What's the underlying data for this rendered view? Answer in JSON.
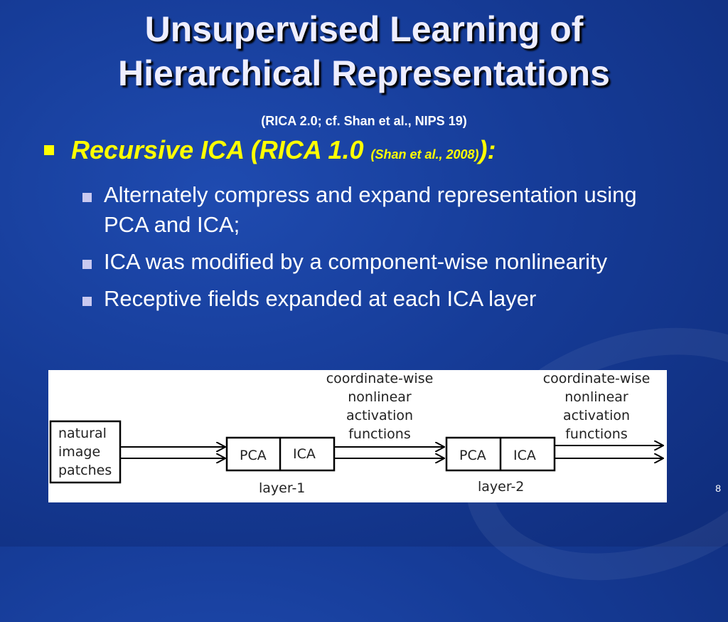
{
  "slide": {
    "title_line1": "Unsupervised Learning of",
    "title_line2": "Hierarchical Representations",
    "subtitle": "(RICA 2.0; cf. Shan et al., NIPS 19)",
    "main_bullet": {
      "text": "Recursive ICA (RICA 1.0 ",
      "citation": "(Shan et al., 2008)",
      "suffix": "):"
    },
    "sub_bullets": [
      {
        "text": "Alternately compress and expand representation using PCA and ICA;"
      },
      {
        "text": "ICA was modified by a component-wise nonlinearity"
      },
      {
        "text": "Receptive fields expanded at each ICA layer"
      }
    ],
    "page_number": "8",
    "colors": {
      "background": "#163c98",
      "main_bullet": "#ffff00",
      "title": "#eeeeff"
    }
  },
  "diagram": {
    "input_line1": "natural",
    "input_line2": "image",
    "input_line3": "patches",
    "pca_label": "PCA",
    "ica_label": "ICA",
    "layer1_label": "layer-1",
    "layer2_label": "layer-2",
    "activation1": [
      "coordinate-wise",
      "nonlinear",
      "activation",
      "functions"
    ],
    "activation2": [
      "coordinate-wise",
      "nonlinear",
      "activation",
      "functions"
    ]
  }
}
